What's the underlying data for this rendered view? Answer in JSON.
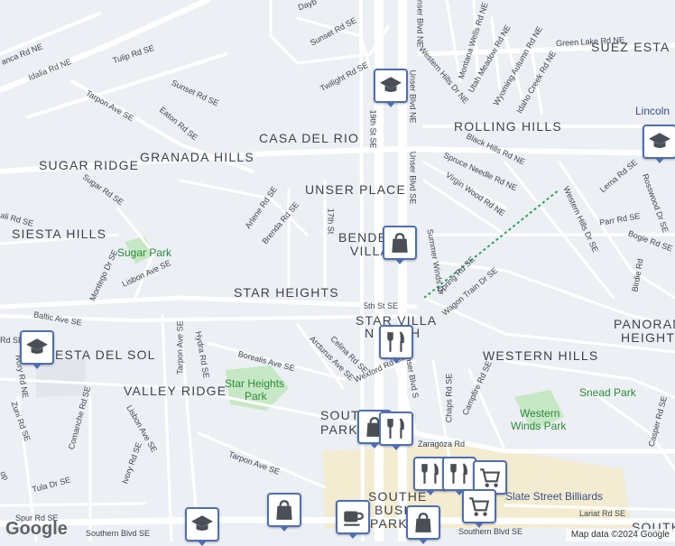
{
  "areas": {
    "suez_estates": "SUEZ ESTA",
    "rolling_hills": "ROLLING HILLS",
    "casa_del_rio": "CASA DEL RIO",
    "granada_hills": "GRANADA HILLS",
    "sugar_ridge": "SUGAR RIDGE",
    "unser_place": "UNSER PLACE",
    "bender_villa_1": "BENDE",
    "bender_villa_2": "VILLA",
    "siesta_hills": "SIESTA HILLS",
    "star_heights": "STAR HEIGHTS",
    "star_villa_north_1": "STAR VILLA",
    "star_villa_north_2": "N",
    "star_villa_north_3": "H",
    "panorama_heights_1": "PANORAN",
    "panorama_heights_2": "HEIGHT",
    "western_hills": "WESTERN HILLS",
    "siesta_del_sol": "ESTA DEL SOL",
    "valley_ridge": "VALLEY RIDGE",
    "south_park_1": "SOUTH",
    "south_park_2": "PARK",
    "southern_business_1": "SOUTHE",
    "southern_business_2": "BUSIN",
    "southern_business_3": "PARK &",
    "south_right": "SOUTH"
  },
  "parks": {
    "sugar_park": "Sugar Park",
    "star_heights_park_1": "Star Heights",
    "star_heights_park_2": "Park",
    "snead_park": "Snead Park",
    "western_winds_park_1": "Western",
    "western_winds_park_2": "Winds Park"
  },
  "pois": {
    "slate_street_billiards": "Slate Street Billiards",
    "lincoln": "Lincoln"
  },
  "roads": {
    "idalia": "Idalia Rd NE",
    "anca": "anca Rd NE",
    "sunset_ne": "Sunset Rd SE",
    "tulip": "Tulip Rd SE",
    "sunset_se": "Sunset Rd SE",
    "tarpon_top": "Tarpon Ave SE",
    "eaton": "Eaton Rd SE",
    "twilight": "Twilight Rd SE",
    "unser_top": "Unser Blvd NE",
    "unser_mid": "Unser Blvd NE",
    "nineteenth": "19th St SE",
    "montana_wells": "Montana Wells Rd NE",
    "western_hills_dr_ne": "Western Hills Dr NE",
    "utah_meadow": "Utah Meadow Rd NE",
    "wyoming_autumn": "Wyoming Autumn Rd NE",
    "idaho_creek": "Idaho Creek Rd NE",
    "green_lake": "Green Lake Rd NE",
    "black_hills": "Black Hills Rd NE",
    "spruce_needle": "Spruce Needle Rd NE",
    "virgin_wood": "Virgin Wood Rd NE",
    "unser_se": "Unser Blvd SE",
    "sugar_rd": "Sugar Rd SE",
    "arlene": "Arlene Rd SE",
    "brenda": "Brenda Rd SE",
    "seventeenth": "17th St",
    "summer_winds": "Summer Winds Dr",
    "lema": "Lema Rd SE",
    "western_hills_dr_se": "Western Hills Dr SE",
    "rosswood": "Rosswood Dr SE",
    "parr": "Parr Rd SE",
    "bogie": "Bogie Rd SE",
    "spring": "Spring Rd SE",
    "wagon_train": "Wagon Train Dr SE",
    "birdie": "Birdie Rd",
    "montego": "Montego Dr SE",
    "lisbon_top": "Lisbon Ave SE",
    "fifth": "5th St SE",
    "baltic": "Baltic Ave SE",
    "tarpon_mid": "Tarpon Ave SE",
    "hydra": "Hydra Rd SE",
    "borealis": "Borealis Ave SE",
    "arcturus": "Arcturus Ave SE",
    "celina": "Celina Rd SE",
    "wexford": "Wexford Rd SE",
    "unser_low": "Unser Blvd S",
    "chaps": "Chaps Rd SE",
    "campfire": "Campfire Rd SE",
    "zaragoza": "Zaragoza Rd",
    "casper": "Casper Rd SE",
    "comanche": "Comanche Rd SE",
    "zuni": "Zuni Rd SE",
    "ivory": "Ivory Rd SE",
    "lisbon_low": "Lisbon Ave SE",
    "tarpon_low": "Tarpon Ave SE",
    "tula": "Tula Dr SE",
    "spur": "Spur Rd SE",
    "southern_left": "Southern Blvd SE",
    "southern_right": "Southern Blvd SE",
    "lariat": "Lariat Rd SE",
    "ali": "ali Rd SE",
    "lat_rd": "Rd SE",
    "ivory_ne": "Ivory Rd NE",
    "op": "op",
    "dayb": "Dayb"
  },
  "icons": {
    "school": "graduation-cap",
    "shopping": "shopping-bag",
    "restaurant": "fork-knife",
    "grocery": "shopping-cart",
    "cafe": "coffee-cup"
  },
  "footer": {
    "logo": "Google",
    "credit": "Map data ©2024 Google"
  },
  "colors": {
    "land": "#eceff3",
    "road": "#ffffff",
    "major_road": "#ffffff",
    "park": "#c6e8c4",
    "commercial": "#f3ecd0",
    "pin_border": "#4f6fb3",
    "trail": "#2fa35a"
  }
}
